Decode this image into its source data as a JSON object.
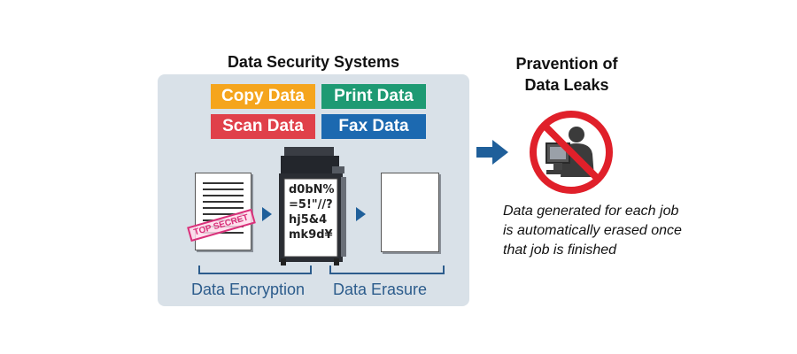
{
  "titles": {
    "security": "Data Security Systems",
    "prevention": "Pravention of Data Leaks"
  },
  "tags": [
    {
      "label": "Copy Data",
      "color": "#f5a51d"
    },
    {
      "label": "Print Data",
      "color": "#1e9a73"
    },
    {
      "label": "Scan Data",
      "color": "#e0404a"
    },
    {
      "label": "Fax Data",
      "color": "#1c69b0"
    }
  ],
  "stamp": "TOP SECRET",
  "cipher": "d0bN%\n=5!\"//?\nhj5&4\nmk9d¥",
  "captions": {
    "encryption": "Data Encryption",
    "erasure": "Data Erasure"
  },
  "note": "Data generated for each job is automatically erased once that job is finished",
  "icons": {
    "prohibit": "no-data-theft-icon",
    "arrow": "right-arrow-icon",
    "printer": "multifunction-printer-icon"
  },
  "colors": {
    "panel": "#d9e1e8",
    "arrow": "#1f5f9a",
    "prohibit_red": "#e0202a"
  }
}
